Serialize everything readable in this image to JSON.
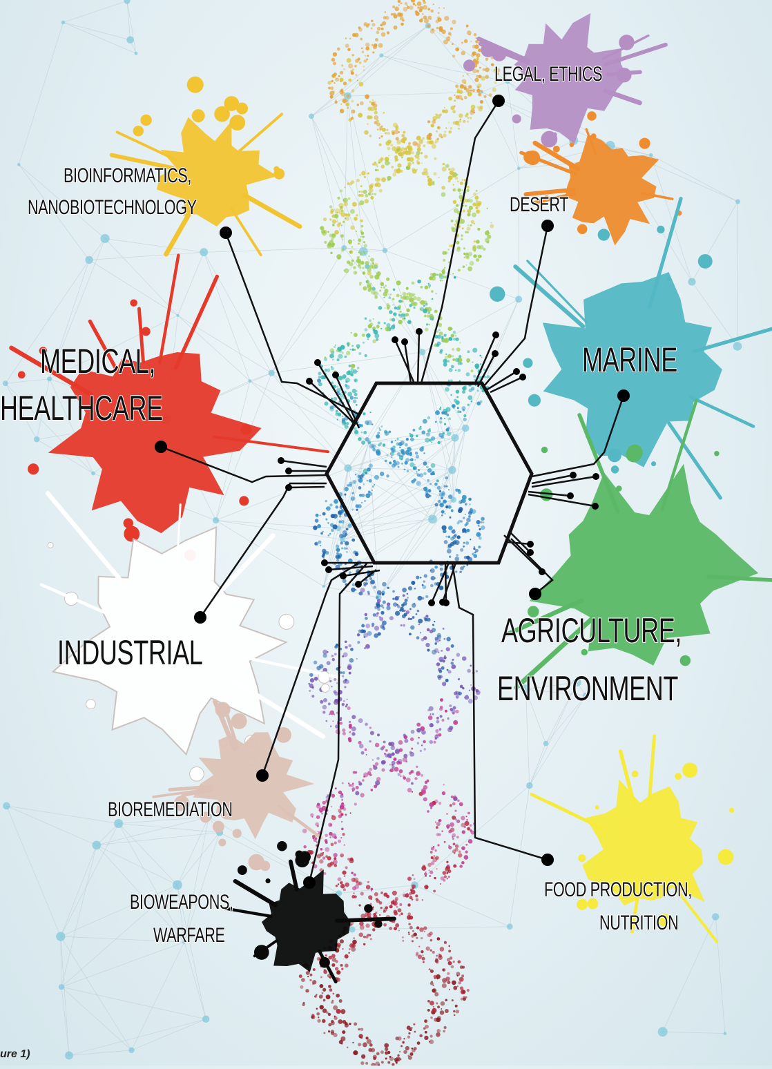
{
  "figure": {
    "labels": {
      "legal": "LEGAL, ETHICS",
      "bioinformatics_line1": "BIOINFORMATICS,",
      "bioinformatics_line2": "NANOBIOTECHNOLOGY",
      "desert": "DESERT",
      "medical_line1": "MEDICAL,",
      "medical_line2": "HEALTHCARE",
      "marine": "MARINE",
      "industrial": "INDUSTRIAL",
      "agriculture_line1": "AGRICULTURE,",
      "agriculture_line2": "ENVIRONMENT",
      "bioremediation": "BIOREMEDIATION",
      "food_line1": "FOOD PRODUCTION,",
      "food_line2": "NUTRITION",
      "bioweapons_line1": "BIOWEAPONS,",
      "bioweapons_line2": "WARFARE"
    },
    "caption": "ure 1)"
  },
  "colors": {
    "legal": "#b58fc4",
    "bioinformatics": "#f3c432",
    "desert": "#ee8c2f",
    "medical": "#e5392a",
    "marine": "#53b8c4",
    "industrial": "#ffffff",
    "agriculture": "#5bb866",
    "bioremediation": "#dcc2b6",
    "food": "#f6ea3c",
    "bioweapons": "#0a0a0a",
    "hexagon_stroke": "#111111"
  }
}
